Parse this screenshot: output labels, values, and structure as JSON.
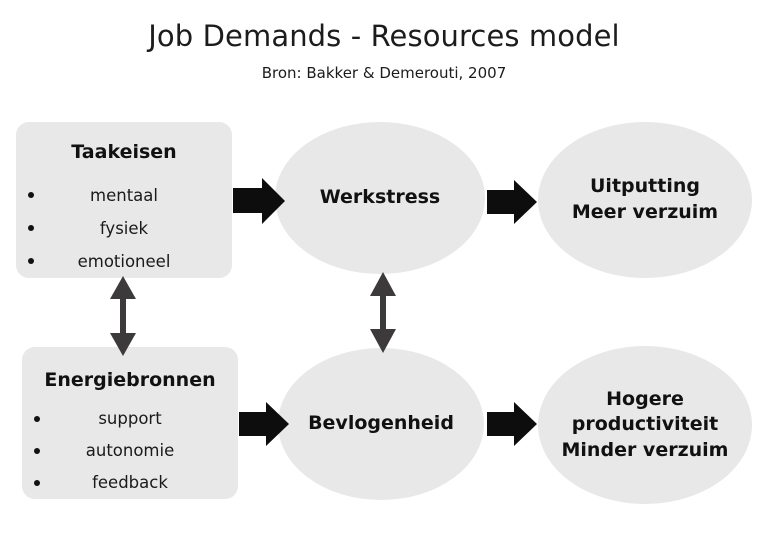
{
  "header": {
    "title": "Job Demands - Resources model",
    "subtitle": "Bron: Bakker & Demerouti, 2007"
  },
  "diagram": {
    "boxes": [
      {
        "id": "job-demands",
        "title": "Taakeisen",
        "bullets": [
          "mentaal",
          "fysiek",
          "emotioneel"
        ]
      },
      {
        "id": "job-resources",
        "title": "Energiebronnen",
        "bullets": [
          "support",
          "autonomie",
          "feedback"
        ]
      }
    ],
    "ellipses": [
      {
        "id": "workstress",
        "label": "Werkstress"
      },
      {
        "id": "exhaustion",
        "label": "Uitputting\nMeer verzuim"
      },
      {
        "id": "engagement",
        "label": "Bevlogenheid"
      },
      {
        "id": "productivity",
        "label": "Hogere\nproductiviteit\nMinder verzuim"
      }
    ],
    "arrows": [
      {
        "id": "demands-to-workstress",
        "kind": "block-arrow",
        "direction": "right"
      },
      {
        "id": "workstress-to-exhaustion",
        "kind": "block-arrow",
        "direction": "right"
      },
      {
        "id": "resources-to-engagement",
        "kind": "block-arrow",
        "direction": "right"
      },
      {
        "id": "engagement-to-productivity",
        "kind": "block-arrow",
        "direction": "right"
      },
      {
        "id": "demands-resources-link",
        "kind": "double-arrow",
        "direction": "vertical"
      },
      {
        "id": "workstress-engagement-link",
        "kind": "double-arrow",
        "direction": "vertical"
      }
    ],
    "colors": {
      "shape_fill": "#e8e8e8",
      "block_arrow": "#0d0d0d",
      "double_arrow": "#3c3a3a",
      "text": "#111111",
      "background": "#ffffff"
    }
  }
}
